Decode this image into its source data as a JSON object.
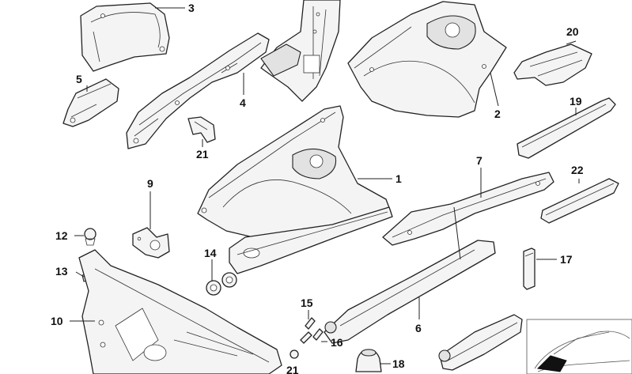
{
  "callouts": {
    "c1": "1",
    "c2": "2",
    "c3": "3",
    "c4": "4",
    "c5": "5",
    "c6": "6",
    "c7": "7",
    "c9": "9",
    "c10": "10",
    "c12": "12",
    "c13": "13",
    "c14": "14",
    "c15": "15",
    "c16": "16",
    "c17": "17",
    "c18": "18",
    "c19": "19",
    "c20": "20",
    "c21a": "21",
    "c21b": "21",
    "c22": "22"
  }
}
